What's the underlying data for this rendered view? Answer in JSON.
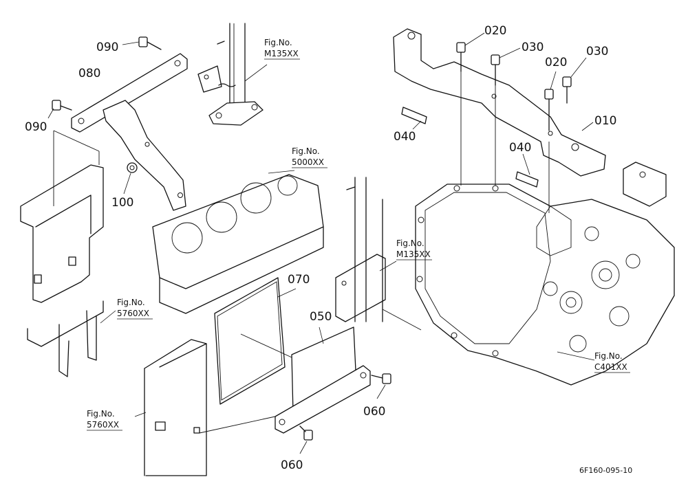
{
  "part_labels": [
    {
      "id": "p010a",
      "text": "010"
    },
    {
      "id": "p020a",
      "text": "020"
    },
    {
      "id": "p020b",
      "text": "020"
    },
    {
      "id": "p030a",
      "text": "030"
    },
    {
      "id": "p030b",
      "text": "030"
    },
    {
      "id": "p040a",
      "text": "040"
    },
    {
      "id": "p040b",
      "text": "040"
    },
    {
      "id": "p050",
      "text": "050"
    },
    {
      "id": "p060a",
      "text": "060"
    },
    {
      "id": "p060b",
      "text": "060"
    },
    {
      "id": "p070",
      "text": "070"
    },
    {
      "id": "p080",
      "text": "080"
    },
    {
      "id": "p090a",
      "text": "090"
    },
    {
      "id": "p090b",
      "text": "090"
    },
    {
      "id": "p100",
      "text": "100"
    }
  ],
  "fig_refs": [
    {
      "id": "f_m135_top",
      "line1": "Fig.No.",
      "line2": "M135XX"
    },
    {
      "id": "f_5000",
      "line1": "Fig.No.",
      "line2": "5000XX"
    },
    {
      "id": "f_m135_mid",
      "line1": "Fig.No.",
      "line2": "M135XX"
    },
    {
      "id": "f_5760_left",
      "line1": "Fig.No.",
      "line2": "5760XX"
    },
    {
      "id": "f_5760_bot",
      "line1": "Fig.No.",
      "line2": "5760XX"
    },
    {
      "id": "f_c401",
      "line1": "Fig.No.",
      "line2": "C401XX"
    }
  ],
  "document_code": "6F160-095-10"
}
